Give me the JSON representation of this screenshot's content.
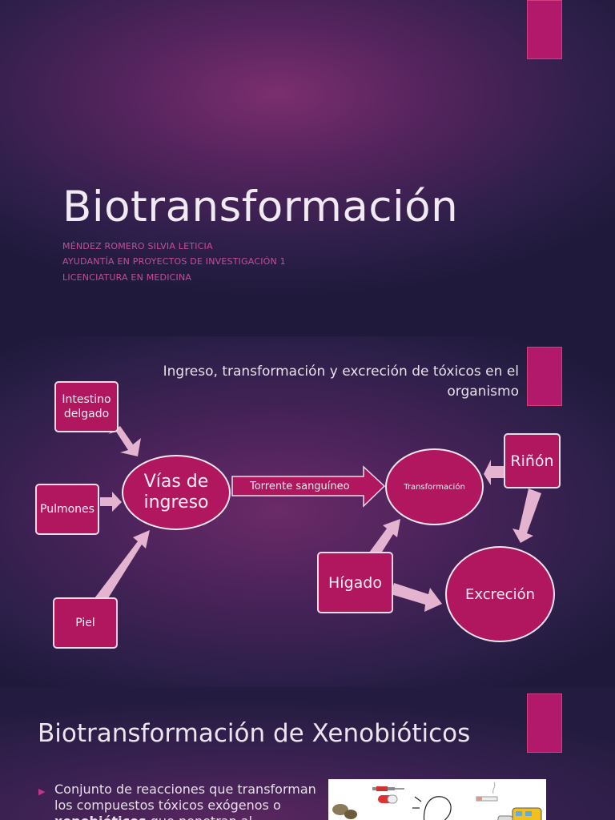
{
  "slide1": {
    "title": "Biotransformación",
    "lines": [
      "MÉNDEZ ROMERO SILVIA LETICIA",
      "AYUDANTÍA EN PROYECTOS DE INVESTIGACIÓN 1",
      "LICENCIATURA EN MEDICINA"
    ]
  },
  "slide2": {
    "heading": "Ingreso, transformación y excreción de tóxicos en el organismo",
    "nodes": {
      "intestino": "Intestino delgado",
      "pulmones": "Pulmones",
      "piel": "Piel",
      "vias": "Vías de ingreso",
      "torrente": "Torrente sanguíneo",
      "transformacion": "Transformación",
      "rinon": "Riñón",
      "higado": "Hígado",
      "excrecion": "Excreción"
    }
  },
  "slide3": {
    "title": "Biotransformación de Xenobióticos",
    "bullet_main": "Conjunto de reacciones que transforman los compuestos tóxicos exógenos o",
    "bullet_bold": "xenobióticos",
    "bullet_rest": " que penetran al organismo"
  },
  "colors": {
    "accent": "#b2196b",
    "node_fill": "#b0175f",
    "arrow": "#e3b3cf"
  }
}
